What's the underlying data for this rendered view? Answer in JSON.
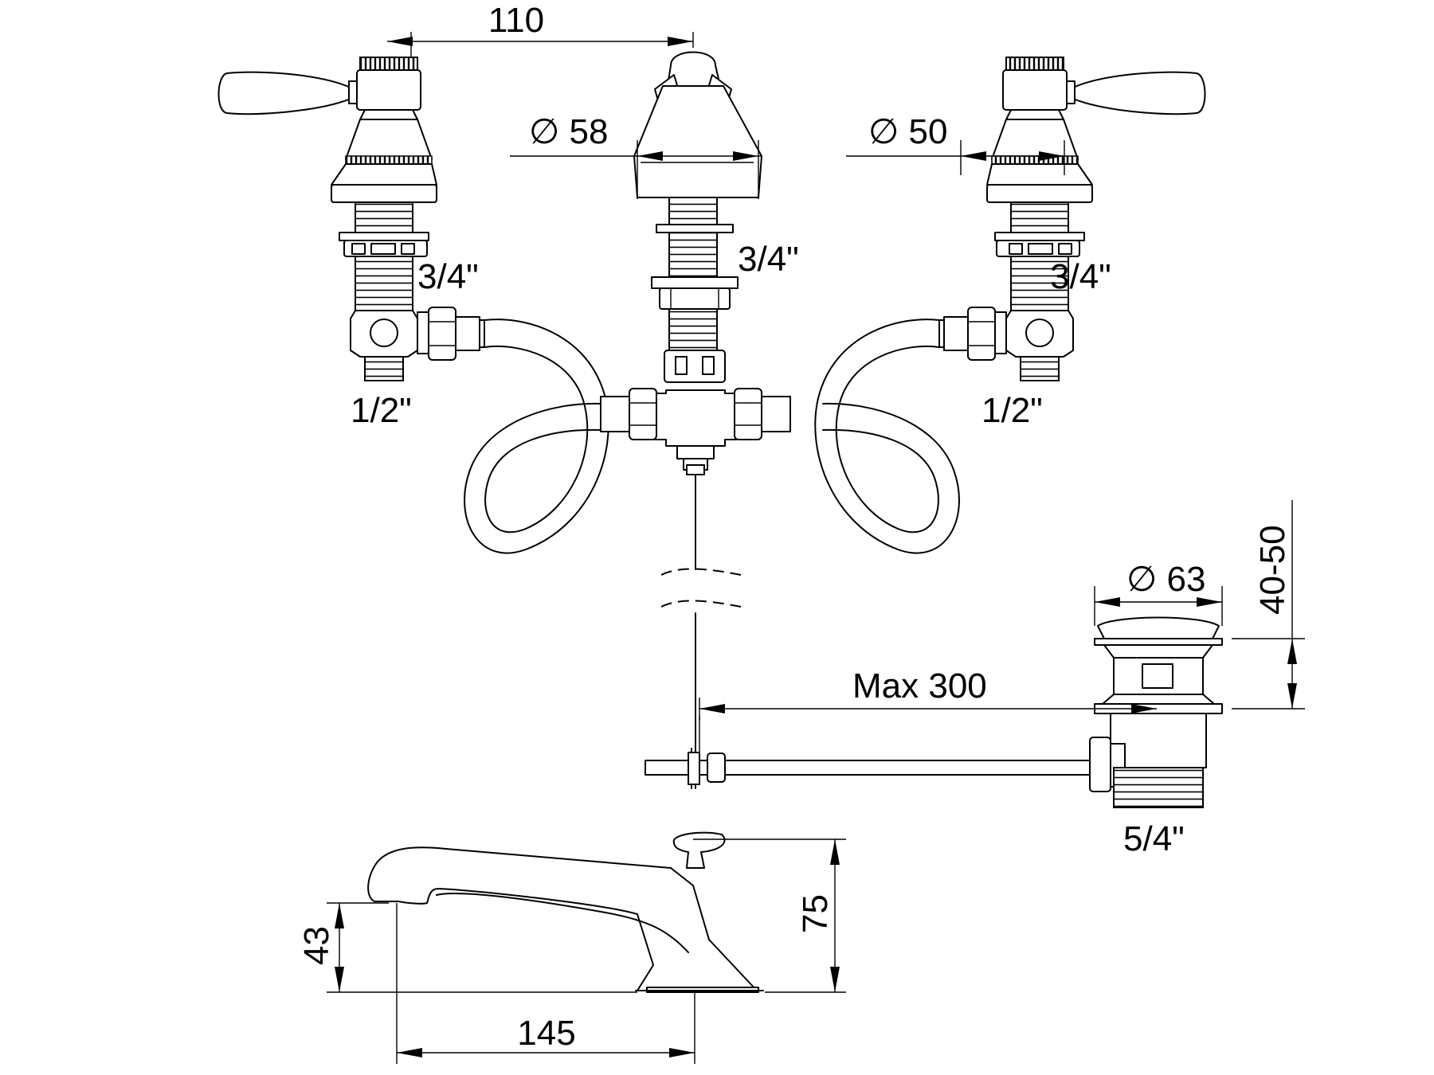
{
  "drawing": {
    "top_view": {
      "spout_spacing": "110",
      "spout_diameter": "∅ 58",
      "handle_diameter": "∅ 50",
      "spout_thread": "3/4\"",
      "left_thread": "3/4\"",
      "right_thread": "3/4\"",
      "left_inlet": "1/2\"",
      "right_inlet": "1/2\""
    },
    "waste": {
      "diameter": "∅ 63",
      "height_range": "40-50",
      "max_distance": "Max 300",
      "outlet": "5/4\""
    },
    "side_view": {
      "spout_height": "43",
      "total_height": "75",
      "projection": "145"
    }
  }
}
